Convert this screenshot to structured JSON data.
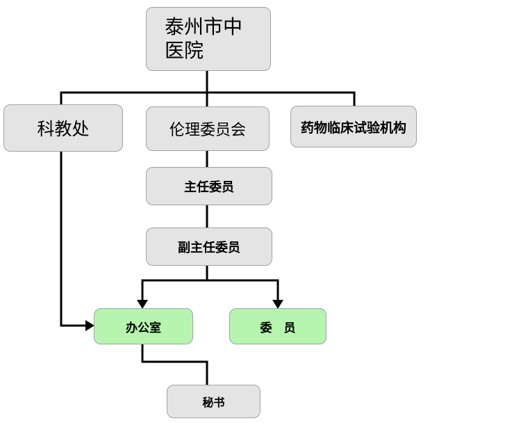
{
  "diagram": {
    "type": "org-chart",
    "nodes": {
      "hospital": {
        "label": "泰州市中医院"
      },
      "keji": {
        "label": "科教处"
      },
      "ethics": {
        "label": "伦理委员会"
      },
      "drug_trial": {
        "label": "药物临床试验机构"
      },
      "chair": {
        "label": "主任委员"
      },
      "vice_chair": {
        "label": "副主任委员"
      },
      "office": {
        "label": "办公室"
      },
      "members": {
        "label": "委　员"
      },
      "secretary": {
        "label": "秘书"
      }
    },
    "edges": [
      {
        "from": "hospital",
        "to": "keji",
        "arrow": false
      },
      {
        "from": "hospital",
        "to": "ethics",
        "arrow": false
      },
      {
        "from": "hospital",
        "to": "drug_trial",
        "arrow": false
      },
      {
        "from": "ethics",
        "to": "chair",
        "arrow": false
      },
      {
        "from": "chair",
        "to": "vice_chair",
        "arrow": false
      },
      {
        "from": "vice_chair",
        "to": "office",
        "arrow": true
      },
      {
        "from": "vice_chair",
        "to": "members",
        "arrow": true
      },
      {
        "from": "keji",
        "to": "office",
        "arrow": true
      },
      {
        "from": "office",
        "to": "secretary",
        "arrow": false
      }
    ],
    "colors": {
      "node_fill": "#e4e4e4",
      "node_green_fill": "#b6f5ae",
      "node_border": "#9aa4ab",
      "line": "#000000",
      "background": "#ffffff"
    }
  }
}
